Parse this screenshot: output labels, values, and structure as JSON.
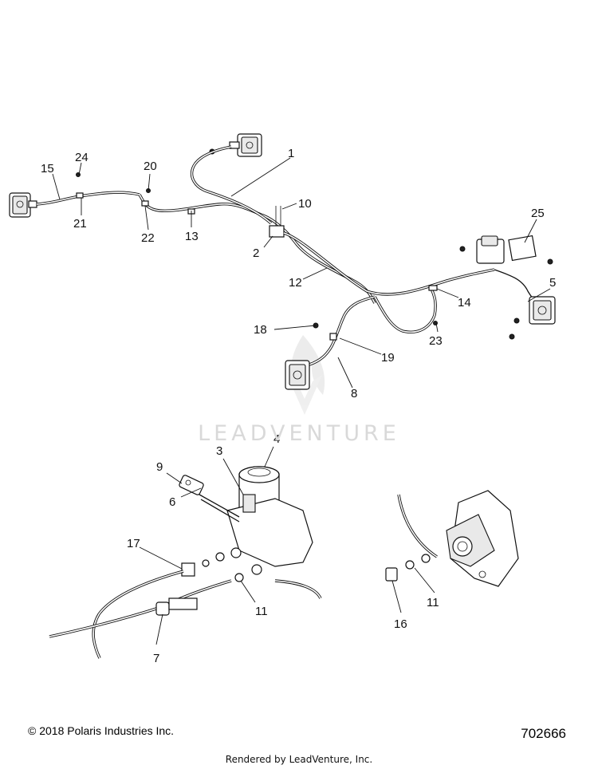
{
  "diagram": {
    "callouts": [
      "1",
      "2",
      "3",
      "4",
      "5",
      "6",
      "7",
      "8",
      "9",
      "10",
      "11",
      "11",
      "12",
      "13",
      "14",
      "15",
      "16",
      "17",
      "18",
      "19",
      "20",
      "21",
      "22",
      "23",
      "24",
      "25"
    ]
  },
  "watermark": {
    "text": "LEADVENTURE"
  },
  "footer": {
    "copyright": "© 2018 Polaris Industries Inc.",
    "figure_number": "702666",
    "rendered_by": "Rendered by LeadVenture, Inc."
  }
}
